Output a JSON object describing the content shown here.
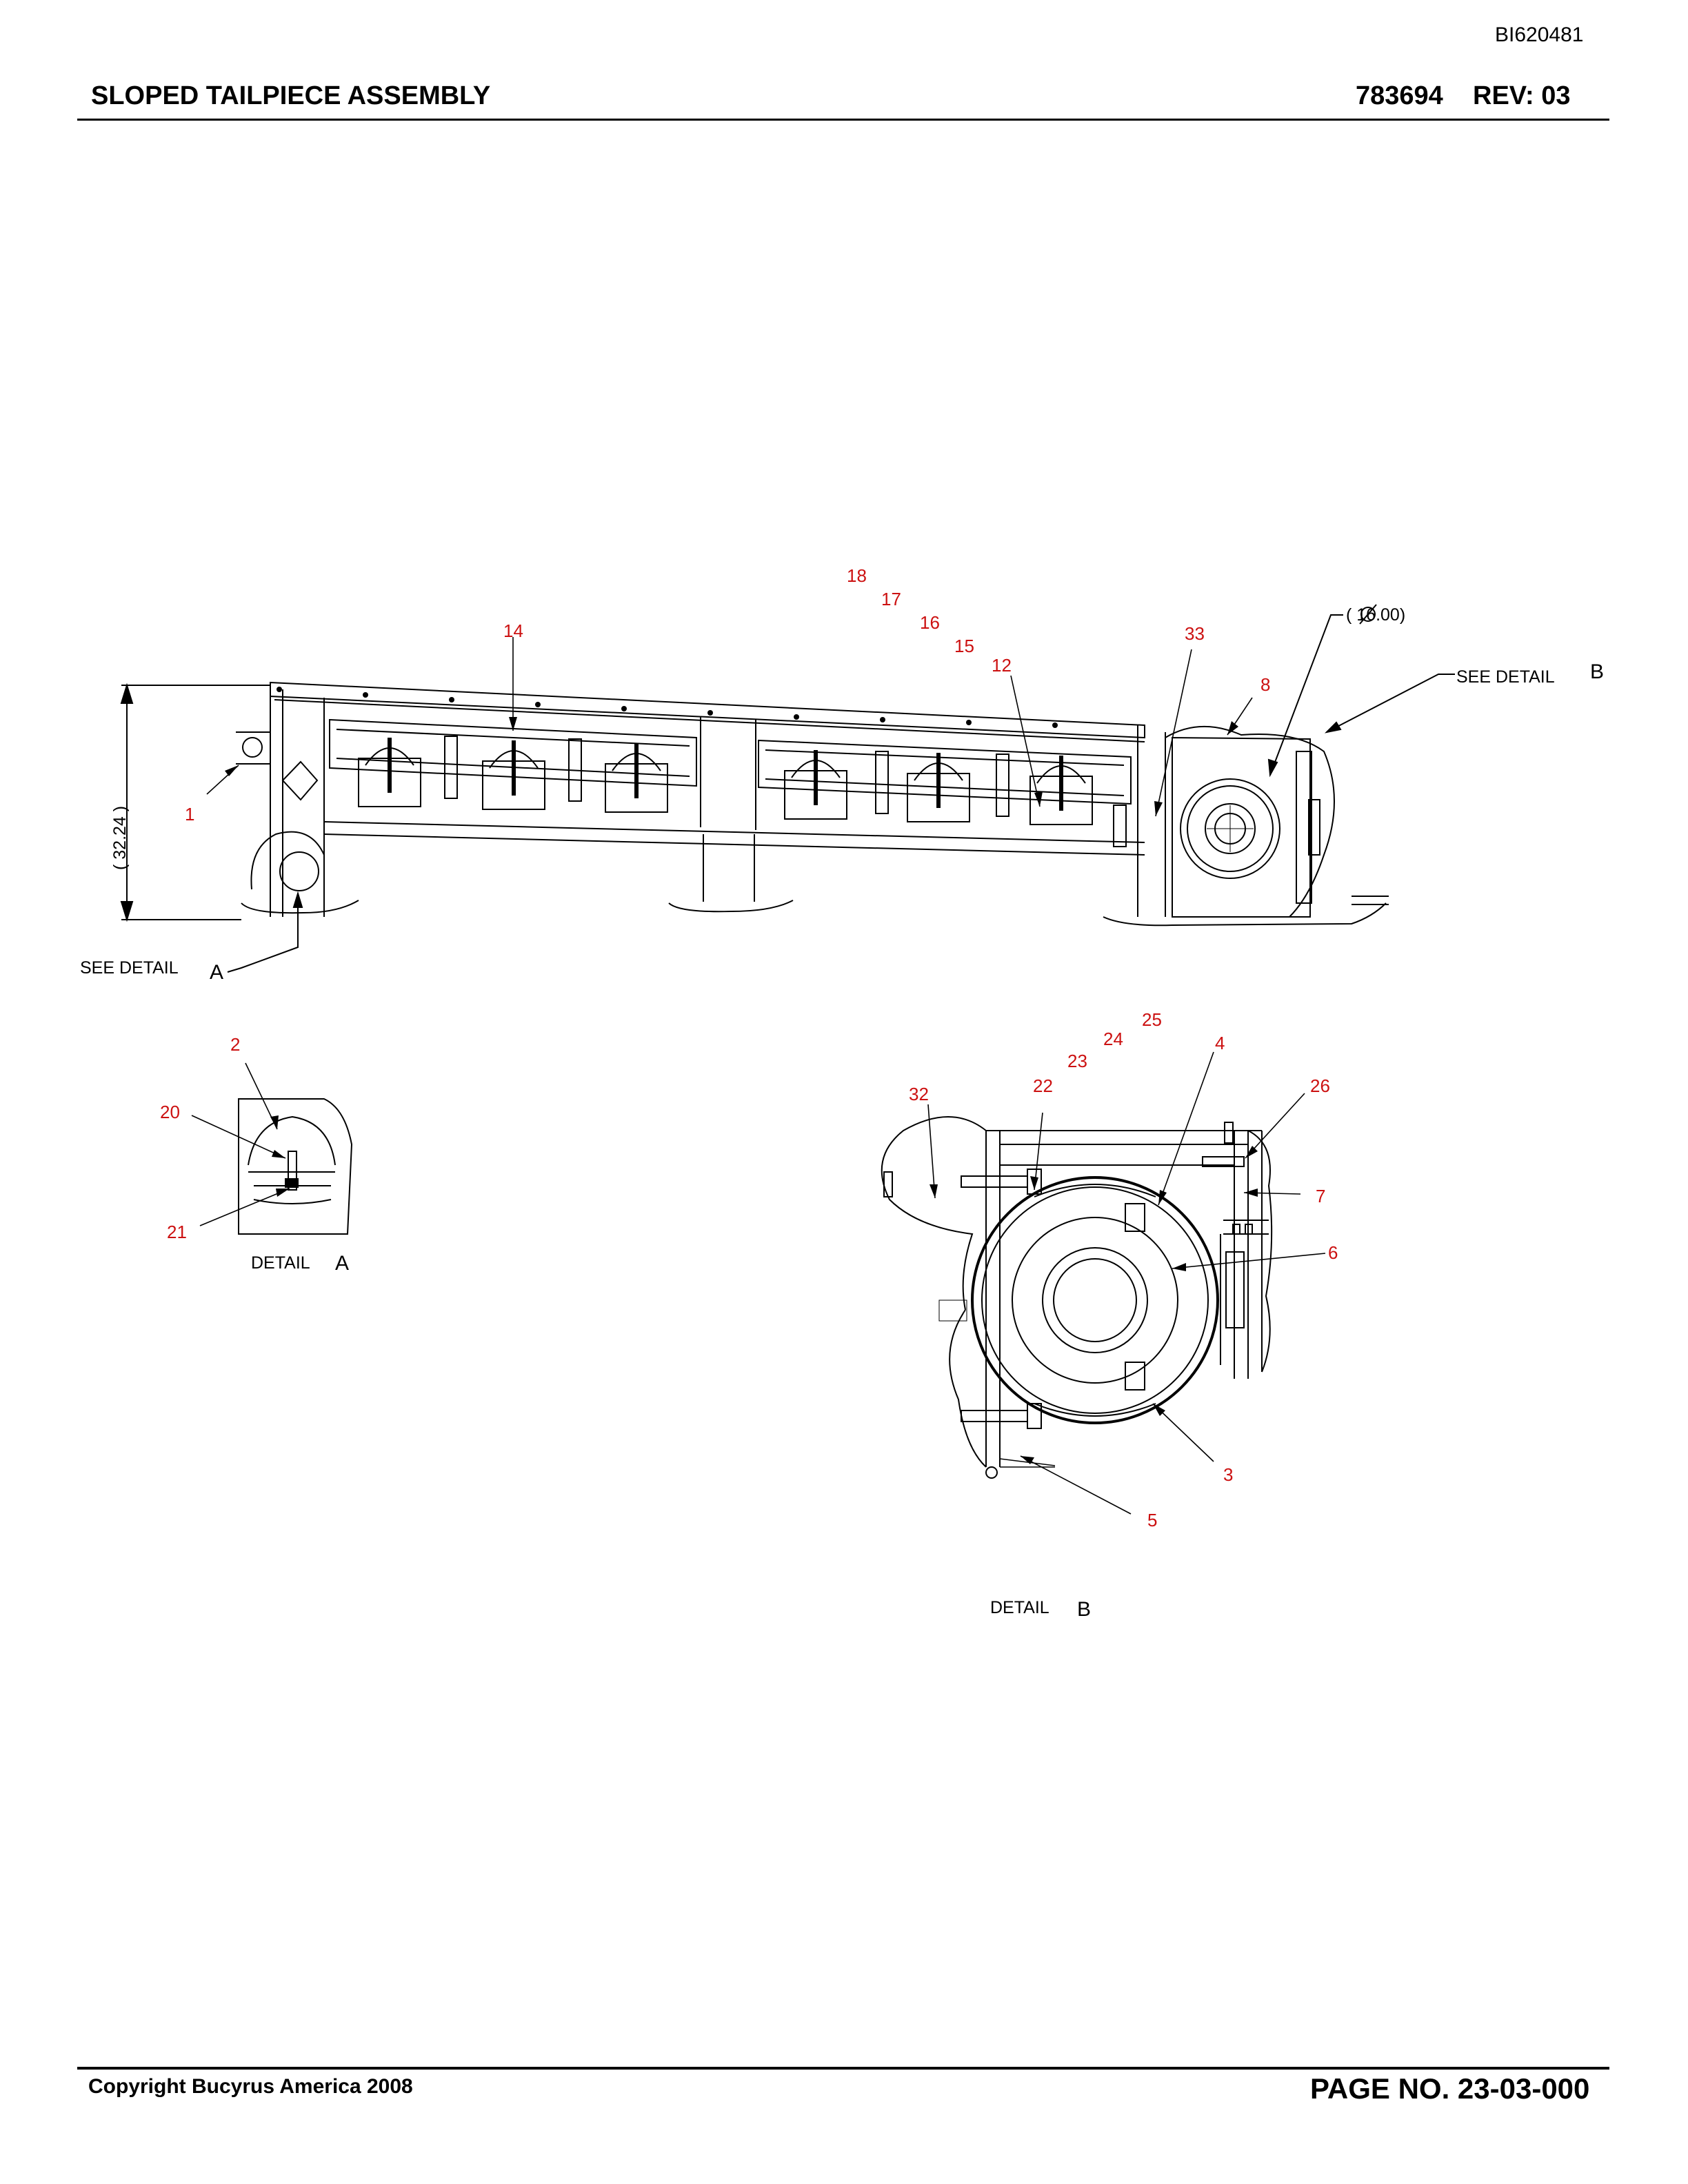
{
  "header": {
    "doc_id": "BI620481",
    "title": "SLOPED TAILPIECE ASSEMBLY",
    "part_number": "783694",
    "rev": "REV:   03"
  },
  "drawing": {
    "dimensions": {
      "height": "( 32.24 )",
      "diameter": "(  16.00)"
    },
    "notes": {
      "see_detail_a": "SEE DETAIL",
      "see_detail_a_letter": "A",
      "see_detail_b": "SEE DETAIL",
      "see_detail_b_letter": "B",
      "detail_a": "DETAIL",
      "detail_a_letter": "A",
      "detail_b": "DETAIL",
      "detail_b_letter": "B"
    },
    "callouts_main": [
      "18",
      "17",
      "16",
      "15",
      "12",
      "14",
      "33",
      "8",
      "1"
    ],
    "callouts_detail_a": [
      "2",
      "20",
      "21"
    ],
    "callouts_detail_b": [
      "25",
      "24",
      "23",
      "4",
      "22",
      "32",
      "26",
      "7",
      "6",
      "3",
      "5"
    ]
  },
  "footer": {
    "copyright": "Copyright Bucyrus America 2008",
    "page_no": "PAGE NO.    23-03-000"
  },
  "colors": {
    "callout": "#cc1111",
    "ink": "#000000"
  }
}
